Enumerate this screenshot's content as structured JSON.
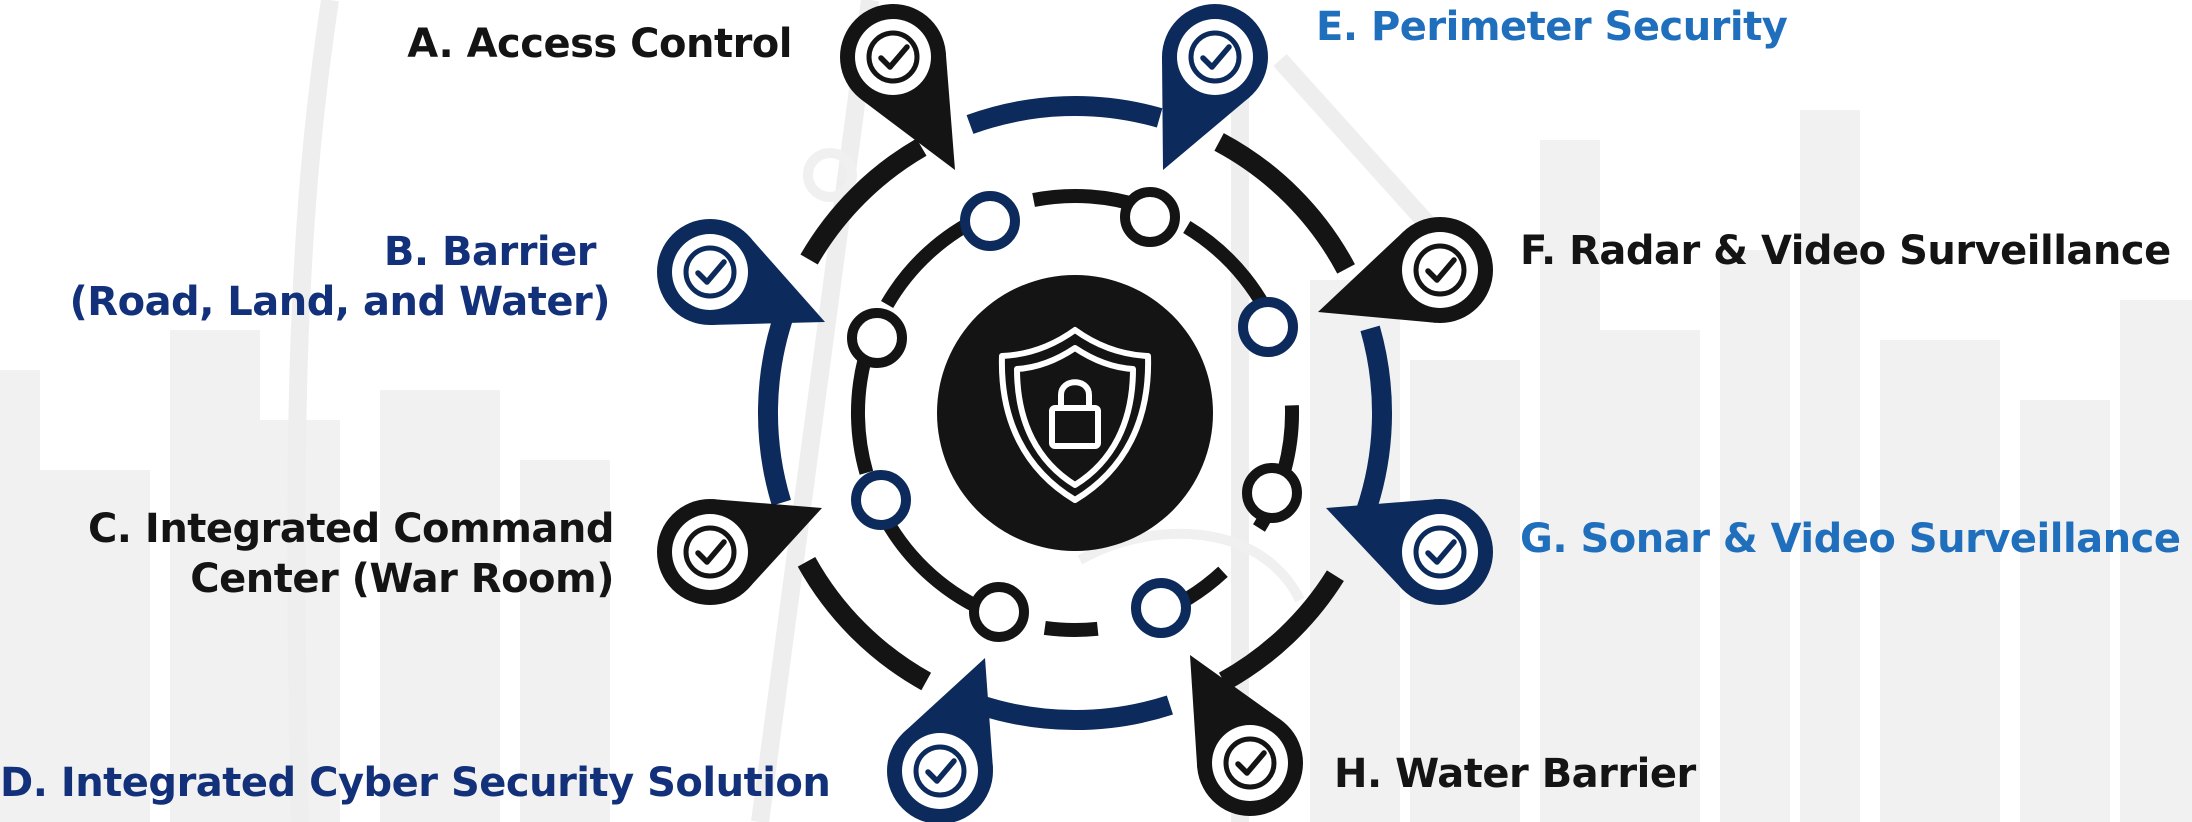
{
  "colors": {
    "navy": "#0c2a5b",
    "black": "#141414",
    "bright_blue": "#1f6fbd",
    "dark_blue": "#12317a",
    "background_pattern": "#efefef"
  },
  "center": {
    "icon": "shield-lock-icon"
  },
  "items": [
    {
      "id": "A",
      "lines": [
        "A. Access Control"
      ],
      "color": "#141414",
      "icon": "check-circle-icon"
    },
    {
      "id": "B",
      "lines": [
        "B. Barrier",
        "(Road, Land, and Water)"
      ],
      "color": "#12317a",
      "icon": "check-circle-icon"
    },
    {
      "id": "C",
      "lines": [
        "C. Integrated Command",
        "Center (War Room)"
      ],
      "color": "#141414",
      "icon": "check-circle-icon"
    },
    {
      "id": "D",
      "lines": [
        "D. Integrated Cyber Security Solution"
      ],
      "color": "#12317a",
      "icon": "check-circle-icon"
    },
    {
      "id": "E",
      "lines": [
        "E. Perimeter Security"
      ],
      "color": "#1f6fbd",
      "icon": "check-circle-icon"
    },
    {
      "id": "F",
      "lines": [
        "F. Radar & Video Surveillance"
      ],
      "color": "#141414",
      "icon": "check-circle-icon"
    },
    {
      "id": "G",
      "lines": [
        "G. Sonar & Video Surveillance"
      ],
      "color": "#1f6fbd",
      "icon": "check-circle-icon"
    },
    {
      "id": "H",
      "lines": [
        "H. Water Barrier"
      ],
      "color": "#141414",
      "icon": "check-circle-icon"
    }
  ]
}
